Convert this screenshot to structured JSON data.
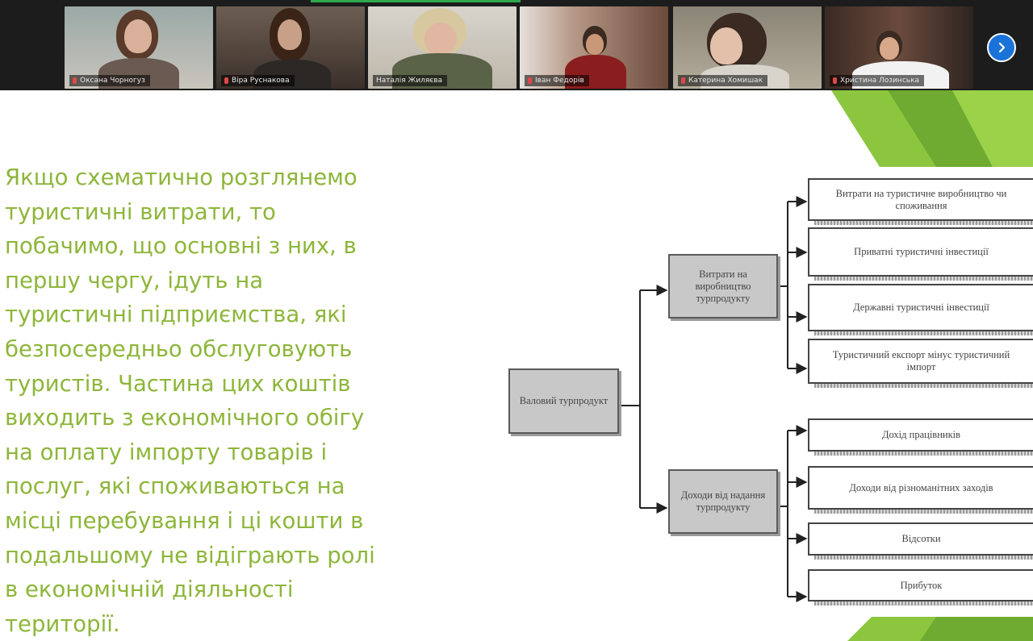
{
  "participants": [
    {
      "name": "Оксана Чорногуз"
    },
    {
      "name": "Віра Руснакова"
    },
    {
      "name": "Наталія Жиляєва"
    },
    {
      "name": "Іван Федорів"
    },
    {
      "name": "Катерина Хомишак"
    },
    {
      "name": "Христина Лозинська"
    }
  ],
  "controls": {
    "next_page_icon": "chevron-right-icon"
  },
  "slide": {
    "text_lines": [
      "Якщо схематично розглянемо",
      "туристичні витрати, то",
      "побачимо, що основні з них, в",
      "першу чергу, ідуть на",
      "туристичні підприємства, які",
      "безпосередньо обслуговують",
      "туристів. Частина цих коштів",
      "виходить з економічного обігу",
      "на оплату імпорту товарів і",
      "послуг, які споживаються на",
      "місці перебування і ці кошти в",
      "подальшому не відіграють ролі",
      "в економічній діяльності",
      "території."
    ],
    "text_color": "#8db63a",
    "accent_color": "#8cc63f"
  },
  "diagram": {
    "root": "Валовий турпродукт",
    "branches": [
      {
        "label": "Витрати на виробництво турпродукту",
        "items": [
          "Витрати на туристичне виробництво чи споживання",
          "Приватні туристичні інвестиції",
          "Державні туристичні інвестиції",
          "Туристичний експорт мінус туристичний імпорт"
        ]
      },
      {
        "label": "Доходи від надання турпродукту",
        "items": [
          "Дохід працівників",
          "Доходи від різноманітних заходів",
          "Відсотки",
          "Прибуток"
        ]
      }
    ]
  }
}
